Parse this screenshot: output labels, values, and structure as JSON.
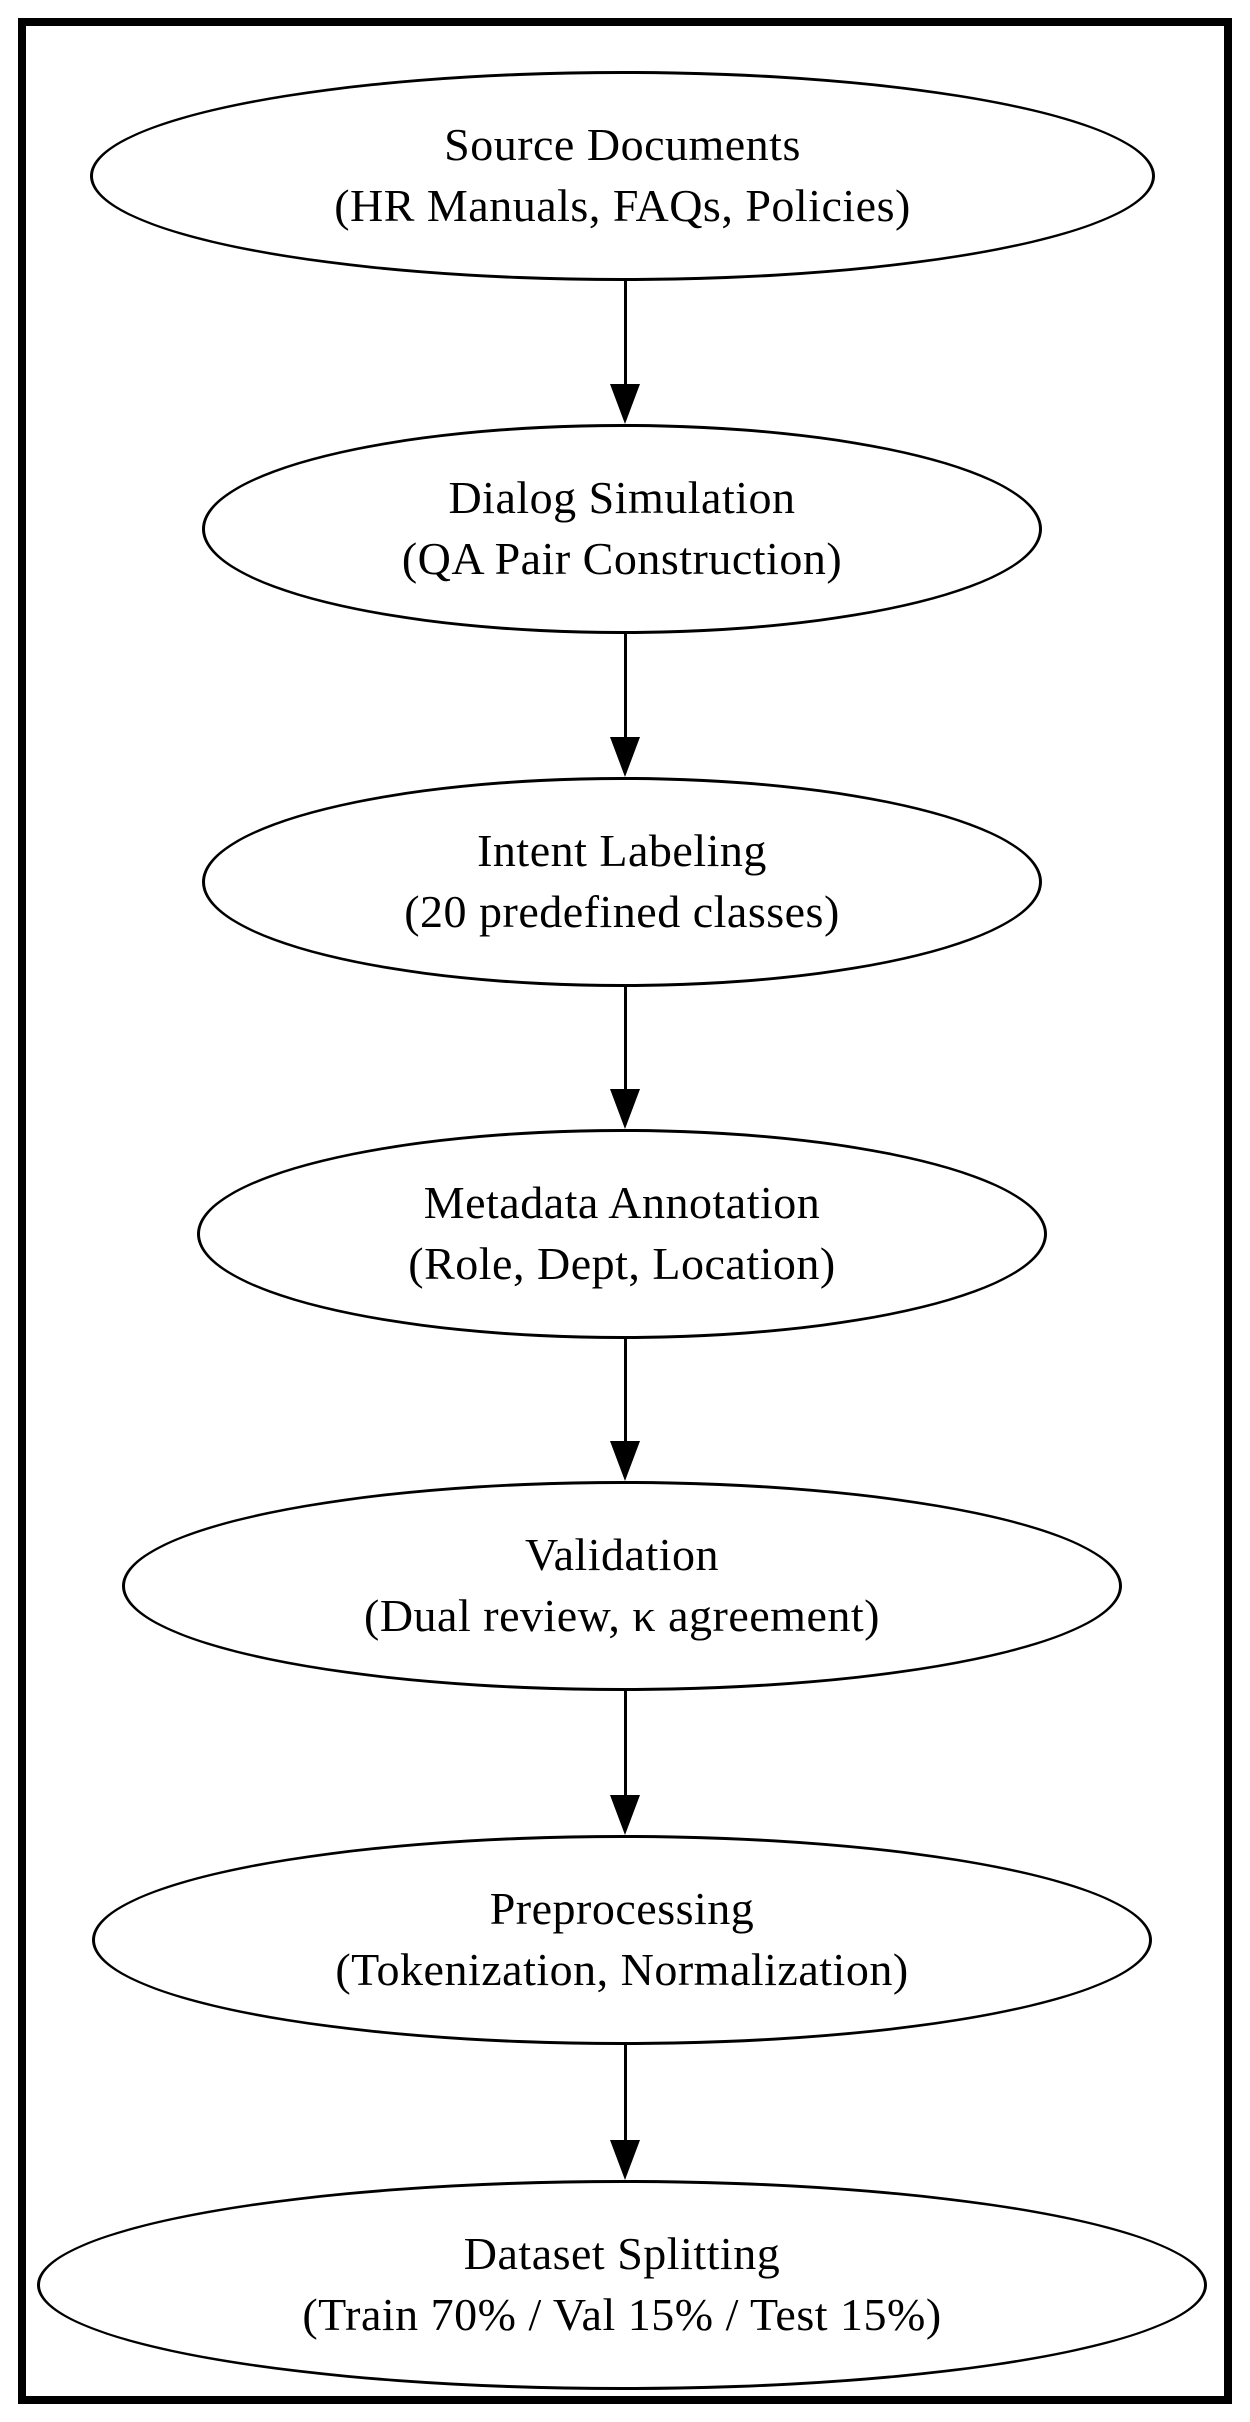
{
  "diagram": {
    "type": "flowchart",
    "direction": "top-down",
    "background_color": "#ffffff",
    "stroke_color": "#000000",
    "text_color": "#000000",
    "nodes": [
      {
        "id": "source-documents",
        "shape": "ellipse",
        "title": "Source Documents",
        "subtitle": "(HR Manuals, FAQs, Policies)"
      },
      {
        "id": "dialog-simulation",
        "shape": "ellipse",
        "title": "Dialog Simulation",
        "subtitle": "(QA Pair Construction)"
      },
      {
        "id": "intent-labeling",
        "shape": "ellipse",
        "title": "Intent Labeling",
        "subtitle": "(20 predefined classes)"
      },
      {
        "id": "metadata-annotation",
        "shape": "ellipse",
        "title": "Metadata Annotation",
        "subtitle": "(Role, Dept, Location)"
      },
      {
        "id": "validation",
        "shape": "ellipse",
        "title": "Validation",
        "subtitle": "(Dual review, κ agreement)"
      },
      {
        "id": "preprocessing",
        "shape": "ellipse",
        "title": "Preprocessing",
        "subtitle": "(Tokenization, Normalization)"
      },
      {
        "id": "dataset-splitting",
        "shape": "ellipse",
        "title": "Dataset Splitting",
        "subtitle": "(Train 70% / Val 15% / Test 15%)"
      }
    ],
    "edges": [
      {
        "from": "source-documents",
        "to": "dialog-simulation",
        "style": "solid-arrow-down"
      },
      {
        "from": "dialog-simulation",
        "to": "intent-labeling",
        "style": "solid-arrow-down"
      },
      {
        "from": "intent-labeling",
        "to": "metadata-annotation",
        "style": "solid-arrow-down"
      },
      {
        "from": "metadata-annotation",
        "to": "validation",
        "style": "solid-arrow-down"
      },
      {
        "from": "validation",
        "to": "preprocessing",
        "style": "solid-arrow-down"
      },
      {
        "from": "preprocessing",
        "to": "dataset-splitting",
        "style": "solid-arrow-down"
      }
    ]
  }
}
